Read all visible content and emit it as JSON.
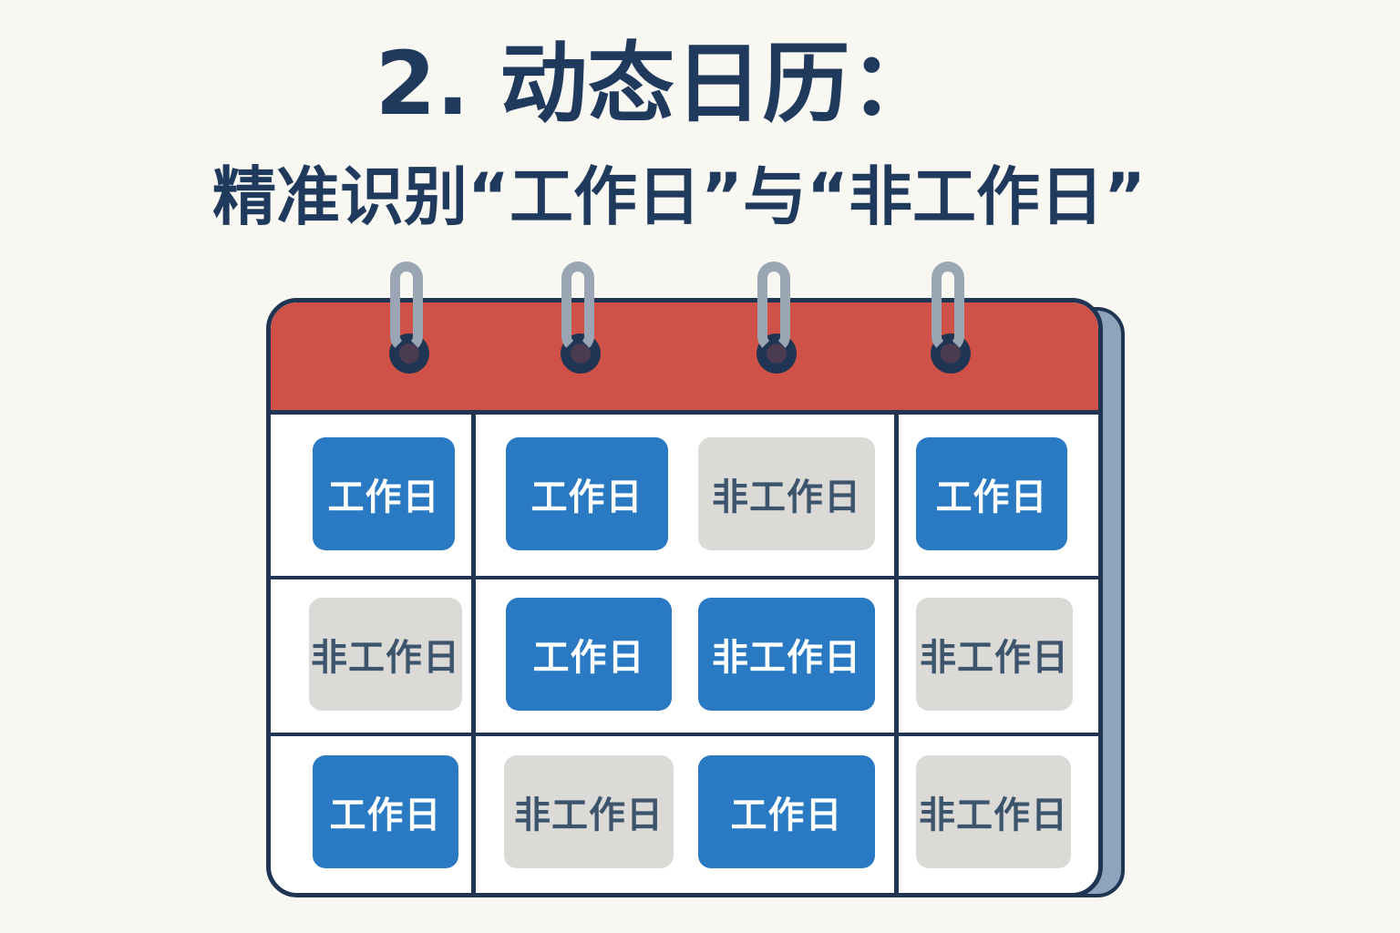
{
  "title": {
    "line1": "2. 动态日历：",
    "line2": "精准识别“工作日”与“非工作日”"
  },
  "colors": {
    "title": "#1f3a5c",
    "header": "#cf5147",
    "work_tile": "#2a79c3",
    "off_tile": "#dcdad6",
    "outline": "#1f3553"
  },
  "calendar": {
    "rows": [
      [
        {
          "label": "工作日",
          "type": "work"
        },
        {
          "label": "工作日",
          "type": "work"
        },
        {
          "label": "非工作日",
          "type": "off"
        },
        {
          "label": "工作日",
          "type": "work"
        }
      ],
      [
        {
          "label": "非工作日",
          "type": "off"
        },
        {
          "label": "工作日",
          "type": "work"
        },
        {
          "label": "非工作日",
          "type": "work"
        },
        {
          "label": "非工作日",
          "type": "off"
        }
      ],
      [
        {
          "label": "工作日",
          "type": "work"
        },
        {
          "label": "非工作日",
          "type": "off"
        },
        {
          "label": "工作日",
          "type": "work"
        },
        {
          "label": "非工作日",
          "type": "off"
        }
      ]
    ]
  }
}
